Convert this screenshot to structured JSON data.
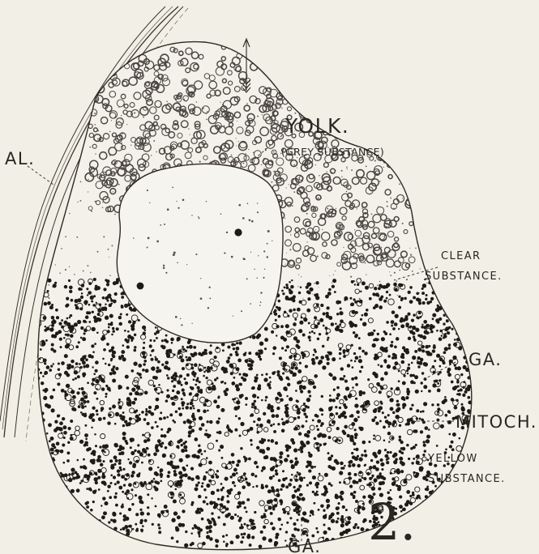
{
  "figure": {
    "number": "2.",
    "labels": {
      "al": "AL.",
      "yolk": "YOLK.",
      "yolk_sub": "(GREY SUBSTANCE)",
      "clear_1": "CLEAR",
      "clear_2": "SUBSTANCE.",
      "ga_right": "GA.",
      "mitoch": "MITOCH.",
      "yellow_1": "YELLOW",
      "yellow_2": "SUBSTANCE.",
      "ga_bottom": "GA."
    }
  },
  "colors": {
    "paper": "#f1efe6",
    "ink": "#2a2622",
    "grey_globules": "#4a4540",
    "yellow_granules": "#1d1a17"
  }
}
